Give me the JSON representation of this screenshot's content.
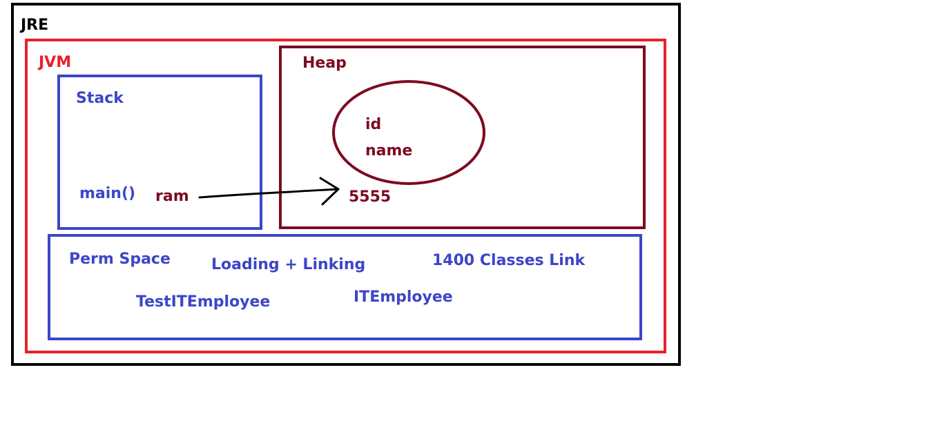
{
  "colors": {
    "jre": "#000000",
    "jvm": "#e8202a",
    "stack": "#3c46c8",
    "heap": "#7d0b22",
    "perm": "#3c46c8",
    "arrow": "#000000"
  },
  "jre": {
    "label": "JRE"
  },
  "jvm": {
    "label": "JVM"
  },
  "stack": {
    "label": "Stack",
    "method": "main()",
    "reference": "ram"
  },
  "heap": {
    "label": "Heap",
    "object": {
      "fields": [
        "id",
        "name"
      ],
      "address": "5555"
    }
  },
  "perm": {
    "label": "Perm Space",
    "phase": "Loading + Linking",
    "link_count": "1400 Classes Link",
    "classes": [
      "TestITEmployee",
      "ITEmployee"
    ]
  }
}
